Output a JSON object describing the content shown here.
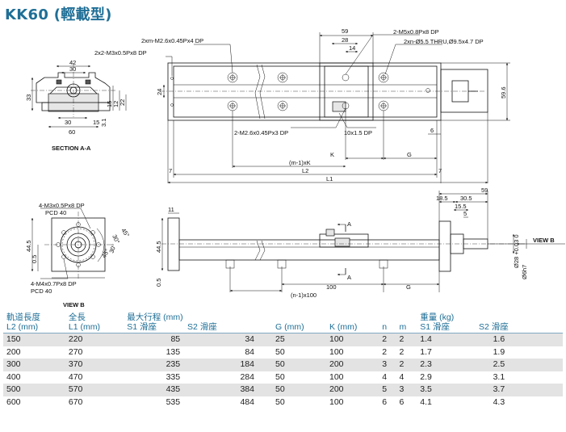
{
  "title": "KK60 (輕載型)",
  "labels": {
    "section_aa": "SECTION A-A",
    "view_b": "VIEW B",
    "view_b_arrow": "VIEW B",
    "hole_2xm": "2xm-M2.6x0.45Px4 DP",
    "hole_2x2": "2x2-M3x0.5Px8 DP",
    "hole_2m5": "2-M5x0.8Px8 DP",
    "hole_2xn": "2xn-Ø5.5 THRU,Ø9.5x4.7 DP",
    "hole_2m26": "2-M2.6x0.45Px3 DP",
    "slot_10x15": "10x1.5 DP",
    "k": "K",
    "g": "G",
    "m1k": "(m-1)xK",
    "l2": "L2",
    "l1": "L1",
    "n1x100": "(n-1)x100",
    "d100": "100",
    "g2": "G",
    "d59": "59",
    "d28": "28",
    "d14": "14",
    "d596": "59.6",
    "d7a": "7",
    "d7b": "7",
    "d6": "6",
    "d24": "24",
    "d42": "42",
    "d30a": "30",
    "d33": "33",
    "d30b": "30",
    "d15": "15",
    "d31": "3.1",
    "d60": "60",
    "d22": "22",
    "d15b": "15",
    "d12": "12",
    "d11": "11",
    "d445a": "44.5",
    "d05a": "0.5",
    "d445b": "44.5",
    "d05b": "0.5",
    "d59b": "59",
    "d185": "18.5",
    "d305": "30.5",
    "d155": "15.5",
    "d5": "5",
    "d28h": "Ø28 +0.03 0",
    "d6h7": "Ø6h7",
    "a_top": "A",
    "a_bot": "A",
    "vb_holes1": "4-M3x0.5Px8 DP",
    "vb_pcd1": "PCD 40",
    "vb_holes2": "4-M4x0.7Px8 DP",
    "vb_pcd2": "PCD 40",
    "ang30": "30°",
    "ang45a": "45°",
    "ang45b": "45°",
    "ang30b": "30°",
    "d30c": "30"
  },
  "table": {
    "headers": {
      "rail_length": "軌道長度",
      "rail_length_sub": "L2 (mm)",
      "total_length": "全長",
      "total_length_sub": "L1 (mm)",
      "max_stroke": "最大行程 (mm)",
      "s1_stroke": "S1 滑座",
      "s2_stroke": "S2 滑座",
      "g": "G (mm)",
      "k": "K (mm)",
      "n": "n",
      "m": "m",
      "weight": "重量 (kg)",
      "s1_weight": "S1 滑座",
      "s2_weight": "S2 滑座"
    },
    "rows": [
      {
        "l2": "150",
        "l1": "220",
        "s1": "85",
        "s2": "34",
        "g": "25",
        "k": "100",
        "n": "2",
        "m": "2",
        "w1": "1.4",
        "w2": "1.6"
      },
      {
        "l2": "200",
        "l1": "270",
        "s1": "135",
        "s2": "84",
        "g": "50",
        "k": "100",
        "n": "2",
        "m": "2",
        "w1": "1.7",
        "w2": "1.9"
      },
      {
        "l2": "300",
        "l1": "370",
        "s1": "235",
        "s2": "184",
        "g": "50",
        "k": "200",
        "n": "3",
        "m": "2",
        "w1": "2.3",
        "w2": "2.5"
      },
      {
        "l2": "400",
        "l1": "470",
        "s1": "335",
        "s2": "284",
        "g": "50",
        "k": "100",
        "n": "4",
        "m": "4",
        "w1": "2.9",
        "w2": "3.1"
      },
      {
        "l2": "500",
        "l1": "570",
        "s1": "435",
        "s2": "384",
        "g": "50",
        "k": "200",
        "n": "5",
        "m": "3",
        "w1": "3.5",
        "w2": "3.7"
      },
      {
        "l2": "600",
        "l1": "670",
        "s1": "535",
        "s2": "484",
        "g": "50",
        "k": "100",
        "n": "6",
        "m": "6",
        "w1": "4.1",
        "w2": "4.3"
      }
    ]
  },
  "colors": {
    "title": "#1f6f97",
    "table_rule": "#7fa9c4",
    "row_shade": "#e3e3e3"
  }
}
